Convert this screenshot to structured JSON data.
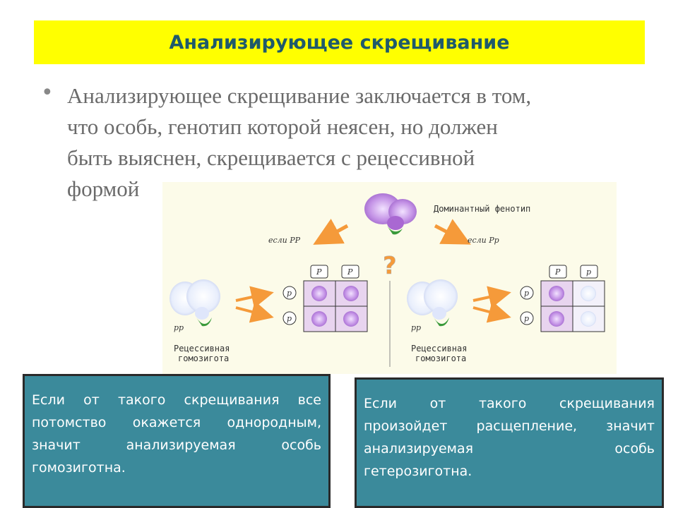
{
  "slide": {
    "title": "Анализирующее скрещивание",
    "bullet_char": "•",
    "bullet_lines": [
      "Анализирующее скрещивание заключается в том,",
      "что особь, генотип которой неясен, но должен",
      "быть выяснен, скрещивается с рецессивной",
      "формой"
    ]
  },
  "figure": {
    "dominant_label": "Доминантный фенотип",
    "question_mark": "?",
    "left": {
      "condition": "если PP",
      "genotype": "pp",
      "label_line1": "Рецессивная",
      "label_line2": "гомозигота",
      "header_alleles": [
        "P",
        "P"
      ],
      "side_alleles": [
        "p",
        "p"
      ]
    },
    "right": {
      "condition": "если Pp",
      "genotype": "pp",
      "label_line1": "Рецессивная",
      "label_line2": "гомозигота",
      "header_alleles": [
        "P",
        "p"
      ],
      "side_alleles": [
        "p",
        "p"
      ]
    }
  },
  "boxes": {
    "left_lines": [
      "Если от такого скрещивания все",
      "потомство окажется однородным,",
      "значит анализируемая особь",
      "гомозиготна."
    ],
    "right_lines": [
      "Если от такого скрещивания",
      "произойдет расщепление, значит",
      "анализируемая особь",
      "гетерозиготна."
    ]
  },
  "colors": {
    "title_bg": "#ffff00",
    "title_text": "#1f5a6b",
    "box_bg": "#3b8a9b",
    "arrow": "#f59a3a",
    "purple_flower": "#b57fd9"
  }
}
